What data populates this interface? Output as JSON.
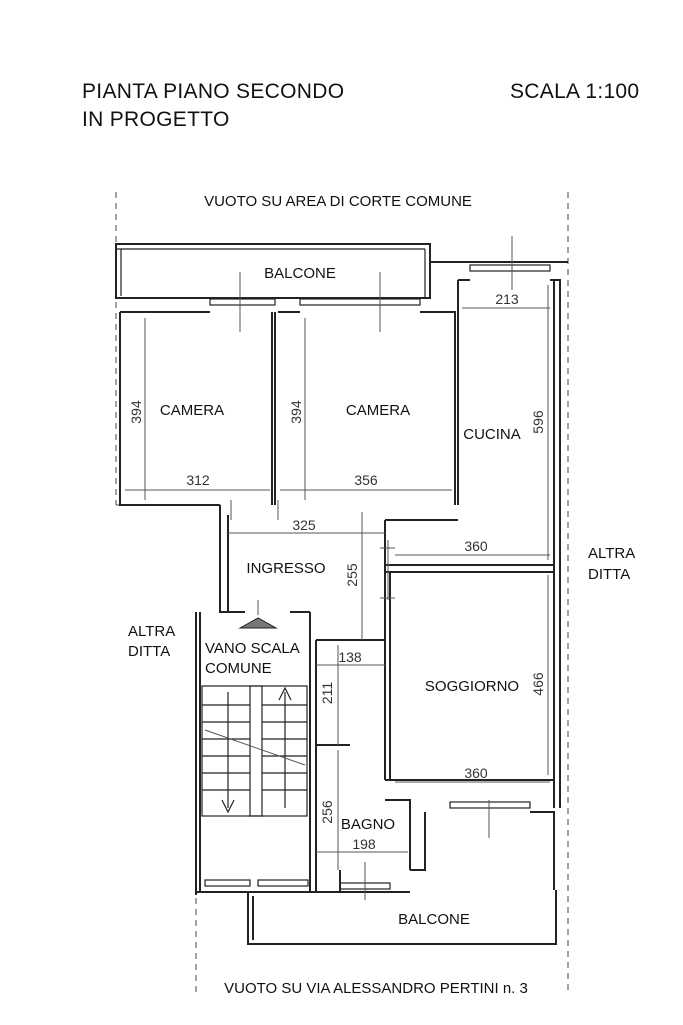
{
  "header": {
    "title_line1": "PIANTA PIANO SECONDO",
    "title_line2": "IN PROGETTO",
    "scale": "SCALA 1:100"
  },
  "labels": {
    "top_void": "VUOTO SU AREA DI CORTE COMUNE",
    "bottom_void": "VUOTO SU VIA ALESSANDRO PERTINI n. 3",
    "balcone_top": "BALCONE",
    "balcone_bottom": "BALCONE",
    "camera_left": "CAMERA",
    "camera_right": "CAMERA",
    "cucina": "CUCINA",
    "ingresso": "INGRESSO",
    "soggiorno": "SOGGIORNO",
    "bagno": "BAGNO",
    "vano_scala_1": "VANO SCALA",
    "vano_scala_2": "COMUNE",
    "altra_ditta_left_1": "ALTRA",
    "altra_ditta_left_2": "DITTA",
    "altra_ditta_right_1": "ALTRA",
    "altra_ditta_right_2": "DITTA"
  },
  "dimensions": {
    "camera_left_height": "394",
    "camera_left_width": "312",
    "camera_right_height": "394",
    "camera_right_width": "356",
    "cucina_width": "213",
    "cucina_height": "596",
    "cucina_bottom_width": "360",
    "ingresso_width": "325",
    "ingresso_height": "255",
    "corridor_width": "138",
    "corridor_height": "211",
    "soggiorno_height": "466",
    "soggiorno_width": "360",
    "bagno_height": "256",
    "bagno_width": "198"
  }
}
